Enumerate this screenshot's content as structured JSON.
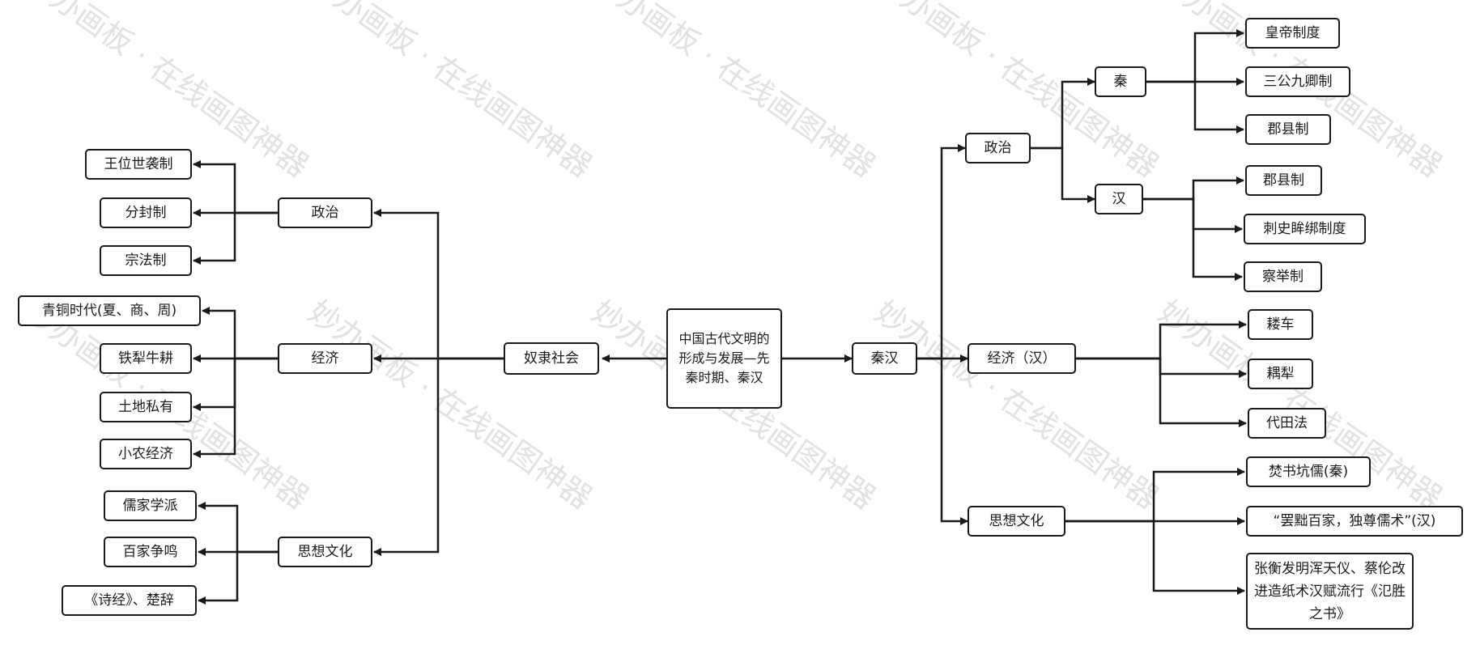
{
  "watermark": {
    "text": "妙办画板 · 在线画图神器",
    "color": "#c9c9c9"
  },
  "colors": {
    "line": "#1a1a1a",
    "node_border": "#1a1a1a",
    "background": "#ffffff"
  },
  "diagram": {
    "root": "中国古代文明的形成与发展—先秦时期、秦汉",
    "left": {
      "label": "奴隶社会",
      "branches": [
        {
          "label": "政治",
          "items": [
            "王位世袭制",
            "分封制",
            "宗法制"
          ]
        },
        {
          "label": "经济",
          "items": [
            "青铜时代(夏、商、周)",
            "铁犁牛耕",
            "土地私有",
            "小农经济"
          ]
        },
        {
          "label": "思想文化",
          "items": [
            "儒家学派",
            "百家争鸣",
            "《诗经》、楚辞"
          ]
        }
      ]
    },
    "right": {
      "label": "秦汉",
      "branches": [
        {
          "label": "政治",
          "sub": [
            {
              "label": "秦",
              "items": [
                "皇帝制度",
                "三公九卿制",
                "郡县制"
              ]
            },
            {
              "label": "汉",
              "items": [
                "郡县制",
                "刺史眸绑制度",
                "察举制"
              ]
            }
          ]
        },
        {
          "label": "经济（汉）",
          "items": [
            "耧车",
            "耦犁",
            "代田法"
          ]
        },
        {
          "label": "思想文化",
          "items": [
            "焚书坑儒(秦)",
            "“罢黜百家，独尊儒术”(汉)",
            "张衡发明浑天仪、蔡伦改进造纸术汉赋流行《氾胜之书》"
          ]
        }
      ]
    }
  }
}
